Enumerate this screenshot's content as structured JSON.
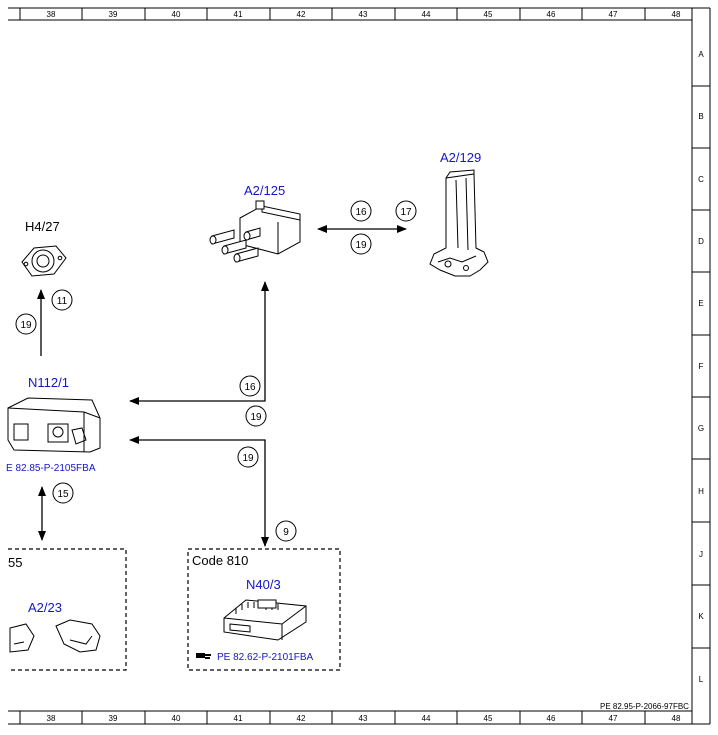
{
  "grid": {
    "columns": [
      "38",
      "39",
      "40",
      "41",
      "42",
      "43",
      "44",
      "45",
      "46",
      "47",
      "48"
    ],
    "rows": [
      "A",
      "B",
      "C",
      "D",
      "E",
      "F",
      "G",
      "H",
      "J",
      "K",
      "L"
    ]
  },
  "components": {
    "a2_129": {
      "label": "A2/129",
      "color": "#1515c8"
    },
    "a2_125": {
      "label": "A2/125",
      "color": "#1515c8"
    },
    "h4_27": {
      "label": "H4/27",
      "color": "#000000"
    },
    "n112_1": {
      "label": "N112/1",
      "color": "#1515c8",
      "ref": "E 82.85-P-2105FBA"
    },
    "n40_3": {
      "label": "N40/3",
      "color": "#1515c8",
      "ref": "PE 82.62-P-2101FBA"
    },
    "a2_23": {
      "label": "A2/23",
      "color": "#1515c8"
    }
  },
  "boxes": {
    "code810": {
      "title": "Code 810"
    },
    "left_box": {
      "title": "55"
    }
  },
  "connections": {
    "c16_top": "16",
    "c17": "17",
    "c19_top": "19",
    "c11": "11",
    "c19_h4": "19",
    "c16_mid": "16",
    "c19_mid": "19",
    "c19_low": "19",
    "c15": "15",
    "c9": "9"
  },
  "footer": {
    "doc_ref": "PE 82.95-P-2066-97FBC"
  }
}
